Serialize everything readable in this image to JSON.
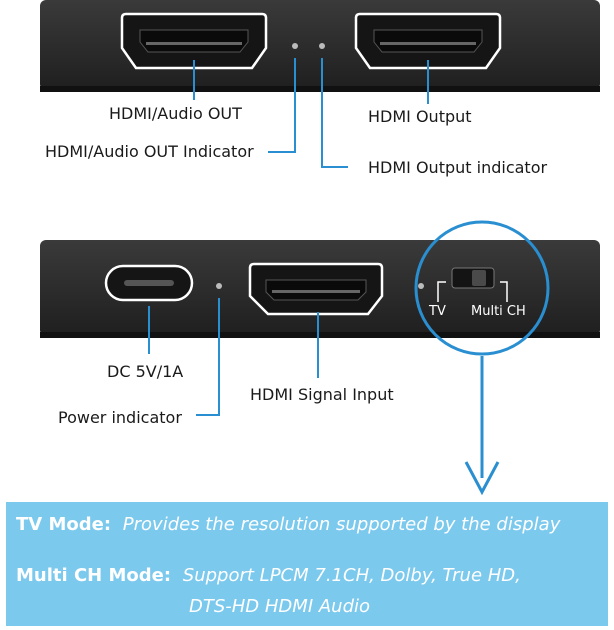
{
  "top_panel": {
    "hdmi_audio_out": "HDMI/Audio OUT",
    "hdmi_audio_out_indicator": "HDMI/Audio OUT Indicator",
    "hdmi_output": "HDMI Output",
    "hdmi_output_indicator": "HDMI Output indicator"
  },
  "bottom_panel": {
    "dc_power": "DC 5V/1A",
    "power_indicator": "Power indicator",
    "hdmi_signal_input": "HDMI Signal Input",
    "switch_tv": "TV",
    "switch_multi_ch": "Multi CH"
  },
  "modes": [
    {
      "key": "TV Mode:",
      "value": "Provides the resolution supported by the display"
    },
    {
      "key": "Multi CH Mode:",
      "value": "Support LPCM 7.1CH, Dolby, True HD,",
      "value2": "DTS-HD HDMI Audio"
    }
  ],
  "colors": {
    "accent": "#2a8fd0",
    "panel": "#2b2b2b",
    "info_bg": "#7cc9ee"
  }
}
